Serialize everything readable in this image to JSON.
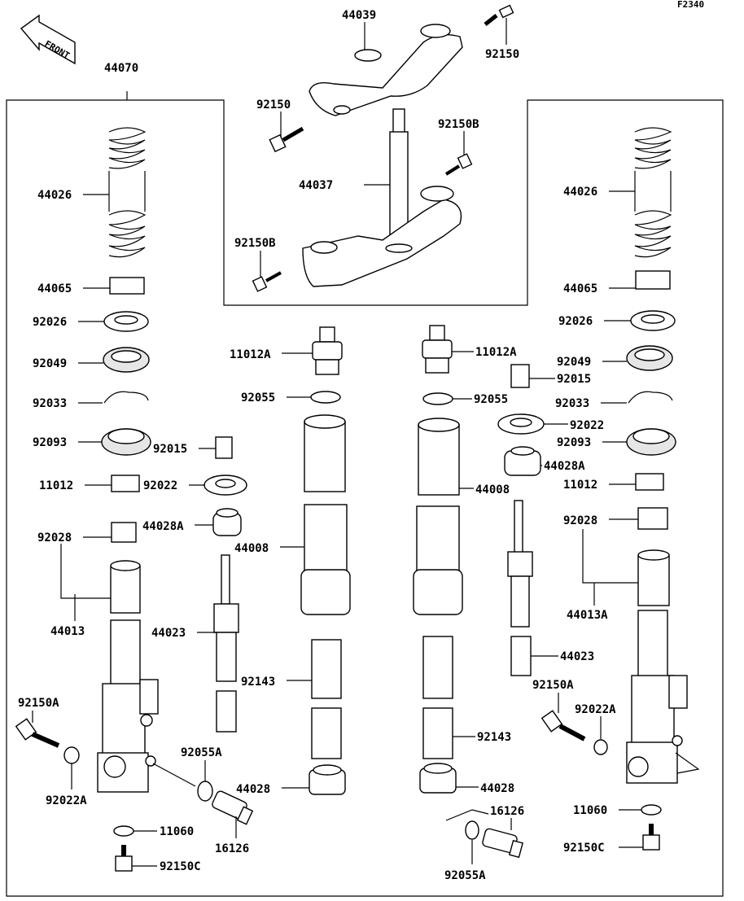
{
  "diagram_code": "F2340",
  "front_label": "FRONT",
  "labels": {
    "l44039": "44039",
    "l92150_top": "92150",
    "l44070": "44070",
    "l92150_clamp": "92150",
    "l92150B_right": "92150B",
    "l44037": "44037",
    "l92150B_left": "92150B",
    "L_44026": "44026",
    "L_44065": "44065",
    "L_92026": "92026",
    "L_92049": "92049",
    "L_92033": "92033",
    "L_92093": "92093",
    "L_92015": "92015",
    "L_11012": "11012",
    "L_92022": "92022",
    "L_44028A": "44028A",
    "L_92028": "92028",
    "L_44013": "44013",
    "L_44008": "44008",
    "L_44023": "44023",
    "L_92143": "92143",
    "L_11012A": "11012A",
    "L_92055": "92055",
    "L_92150A": "92150A",
    "L_92022A": "92022A",
    "L_92055A": "92055A",
    "L_44028": "44028",
    "L_16126": "16126",
    "L_11060": "11060",
    "L_92150C": "92150C",
    "R_44026": "44026",
    "R_44065": "44065",
    "R_92026": "92026",
    "R_92049": "92049",
    "R_92015": "92015",
    "R_92033": "92033",
    "R_92022": "92022",
    "R_92093": "92093",
    "R_44028A": "44028A",
    "R_11012": "11012",
    "R_44008": "44008",
    "R_92028": "92028",
    "R_44013A": "44013A",
    "R_44023": "44023",
    "R_92150A": "92150A",
    "R_92022A": "92022A",
    "R_92143": "92143",
    "R_44028": "44028",
    "R_11012A": "11012A",
    "R_92055": "92055",
    "R_16126": "16126",
    "R_11060": "11060",
    "R_92055A": "92055A",
    "R_92150C": "92150C"
  }
}
